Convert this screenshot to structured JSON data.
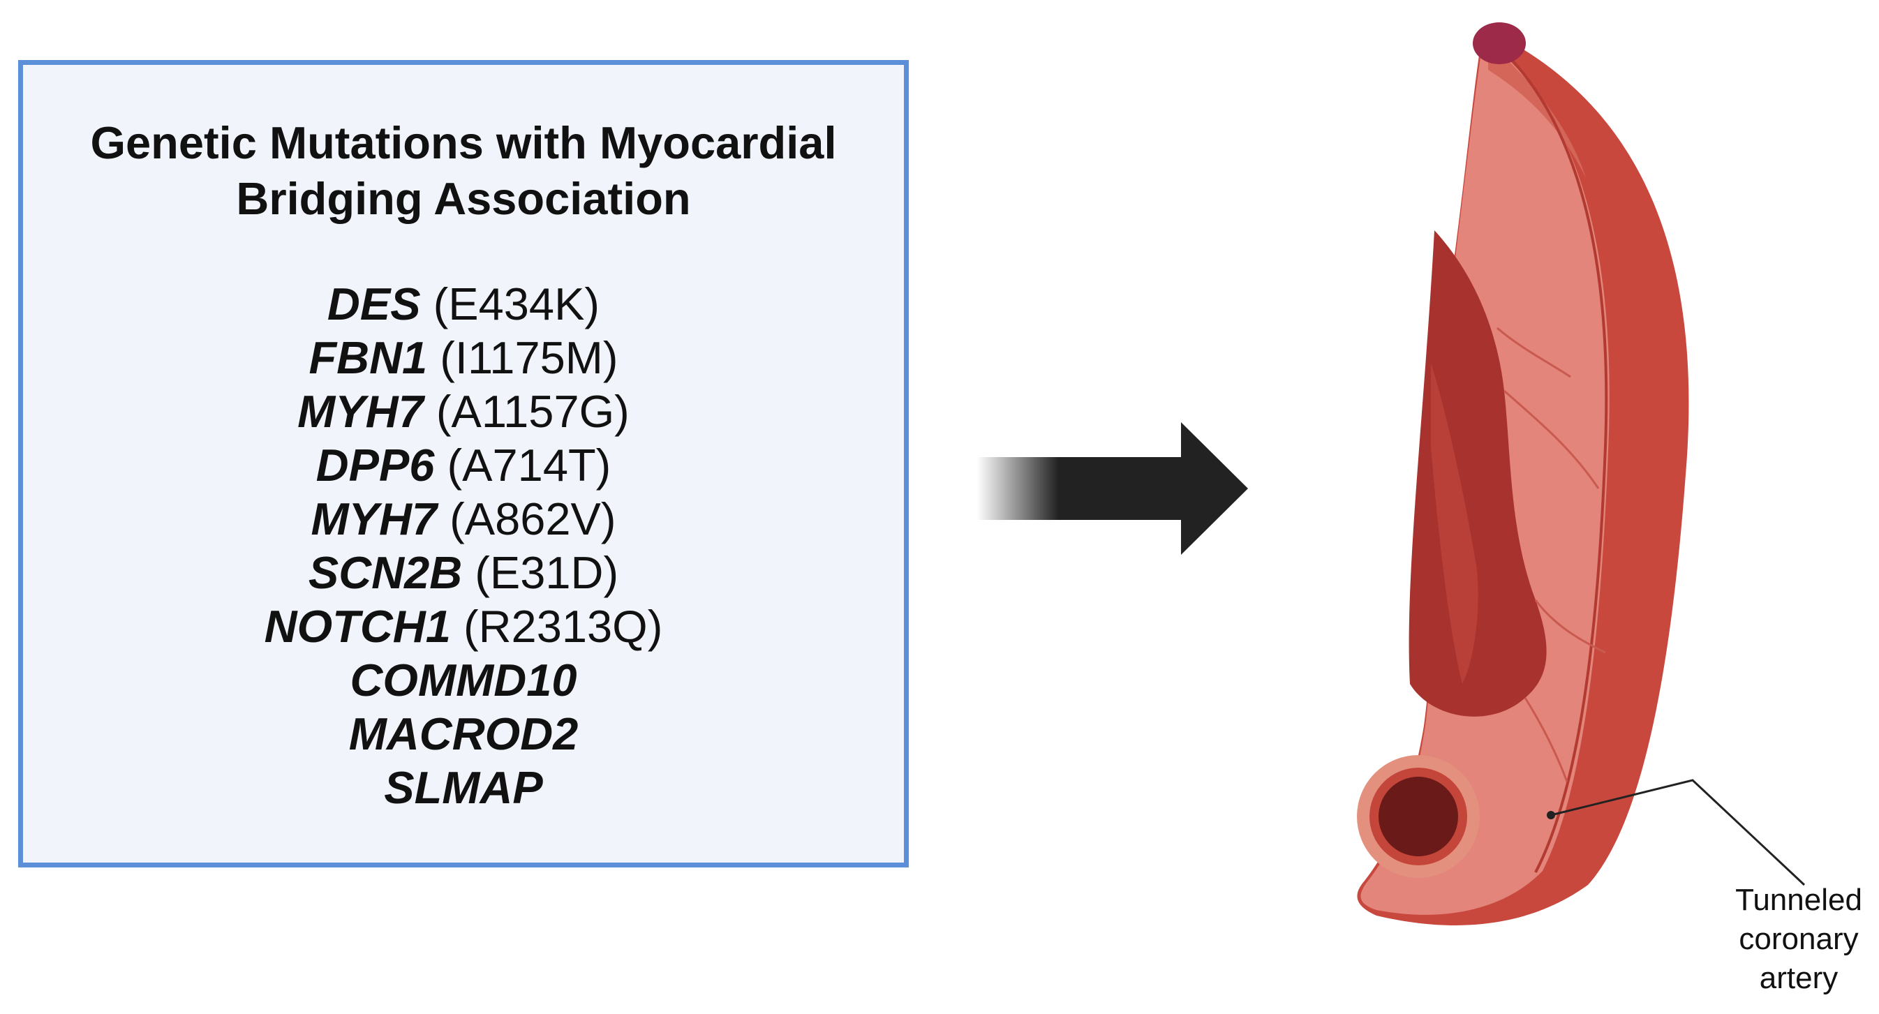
{
  "gene_box": {
    "title": "Genetic Mutations with Myocardial Bridging Association",
    "genes": [
      {
        "name": "DES",
        "variant": "(E434K)"
      },
      {
        "name": "FBN1",
        "variant": "(I1175M)"
      },
      {
        "name": "MYH7",
        "variant": "(A1157G)"
      },
      {
        "name": "DPP6",
        "variant": "(A714T)"
      },
      {
        "name": "MYH7",
        "variant": "(A862V)"
      },
      {
        "name": "SCN2B",
        "variant": "(E31D)"
      },
      {
        "name": "NOTCH1",
        "variant": "(R2313Q)"
      },
      {
        "name": "COMMD10",
        "variant": ""
      },
      {
        "name": "MACROD2",
        "variant": ""
      },
      {
        "name": "SLMAP",
        "variant": ""
      }
    ]
  },
  "illustration": {
    "callout_label": "Tunneled coronary artery"
  },
  "colors": {
    "box_border": "#5b90d8",
    "box_fill": "#f1f4fb",
    "arrow": "#222222",
    "myocardium_outer": "#c9483e",
    "myocardium_inner": "#e3857a",
    "trabeculae": "#a8332e",
    "artery_lumen": "#6b1a1a",
    "apex": "#9c2a48"
  }
}
